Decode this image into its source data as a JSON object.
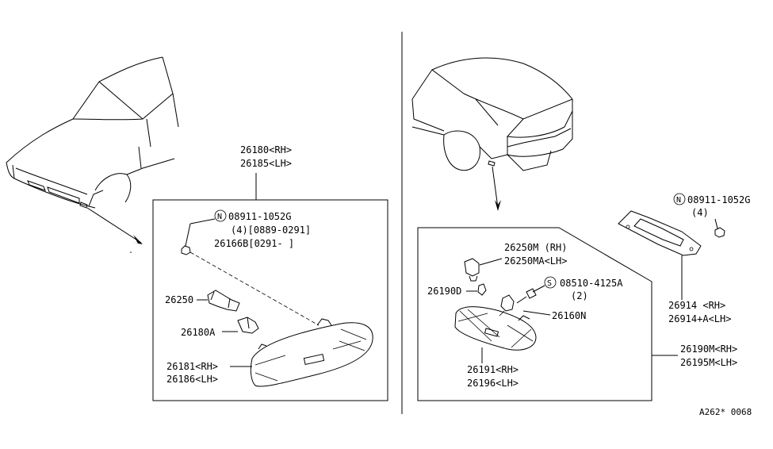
{
  "colors": {
    "ink": "#000000",
    "paper": "#ffffff"
  },
  "left_panel": {
    "assembly_rh": "26180<RH>",
    "assembly_lh": "26185<LH>",
    "nut_symbol": "N",
    "nut_part": "08911-1052G",
    "nut_qty_range": "(4)[0889-0291]",
    "nut_alt": "26166B[0291-    ]",
    "socket": "26250",
    "bulb": "26180A",
    "lens_rh": "26181<RH>",
    "lens_lh": "26186<LH>"
  },
  "right_panel": {
    "bulb_rh": "26250M (RH)",
    "bulb_lh": "26250MA<LH>",
    "bulb_small": "26190D",
    "screw_symbol": "S",
    "screw_part": "08510-4125A",
    "screw_qty": "(2)",
    "socket": "26160N",
    "lens_rh": "26191<RH>",
    "lens_lh": "26196<LH>",
    "assy_rh": "26190M<RH>",
    "assy_lh": "26195M<LH>",
    "nut_symbol": "N",
    "nut_part": "08911-1052G",
    "nut_qty": "(4)",
    "bezel_rh": "26914  <RH>",
    "bezel_lh": "26914+A<LH>"
  },
  "diagram_code": "A262* 0068"
}
